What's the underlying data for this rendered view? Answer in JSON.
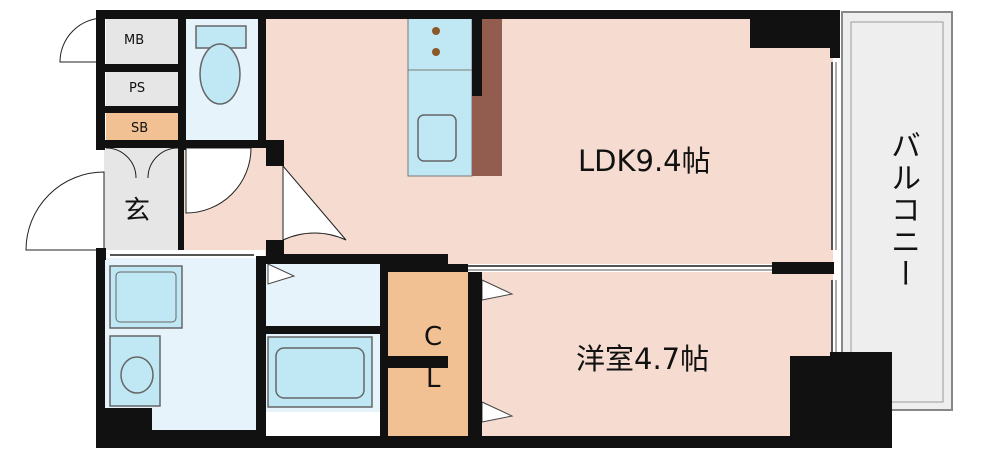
{
  "rooms": {
    "ldk": "LDK9.4帖",
    "western": "洋室4.7帖",
    "balcony": "バルコニー",
    "entrance": "玄",
    "mb": "MB",
    "ps": "PS",
    "sb": "SB",
    "closet_c": "C",
    "closet_l": "L"
  },
  "colors": {
    "floor_ldk": "#f6dcd0",
    "floor_wet": "#e6f3fa",
    "fixture_blue": "#c0e8f4",
    "closet": "#f1c194",
    "counter_brown": "#925c4f",
    "balcony": "#eeeeee",
    "entrance": "#e6e6e6",
    "wall": "#111111"
  }
}
